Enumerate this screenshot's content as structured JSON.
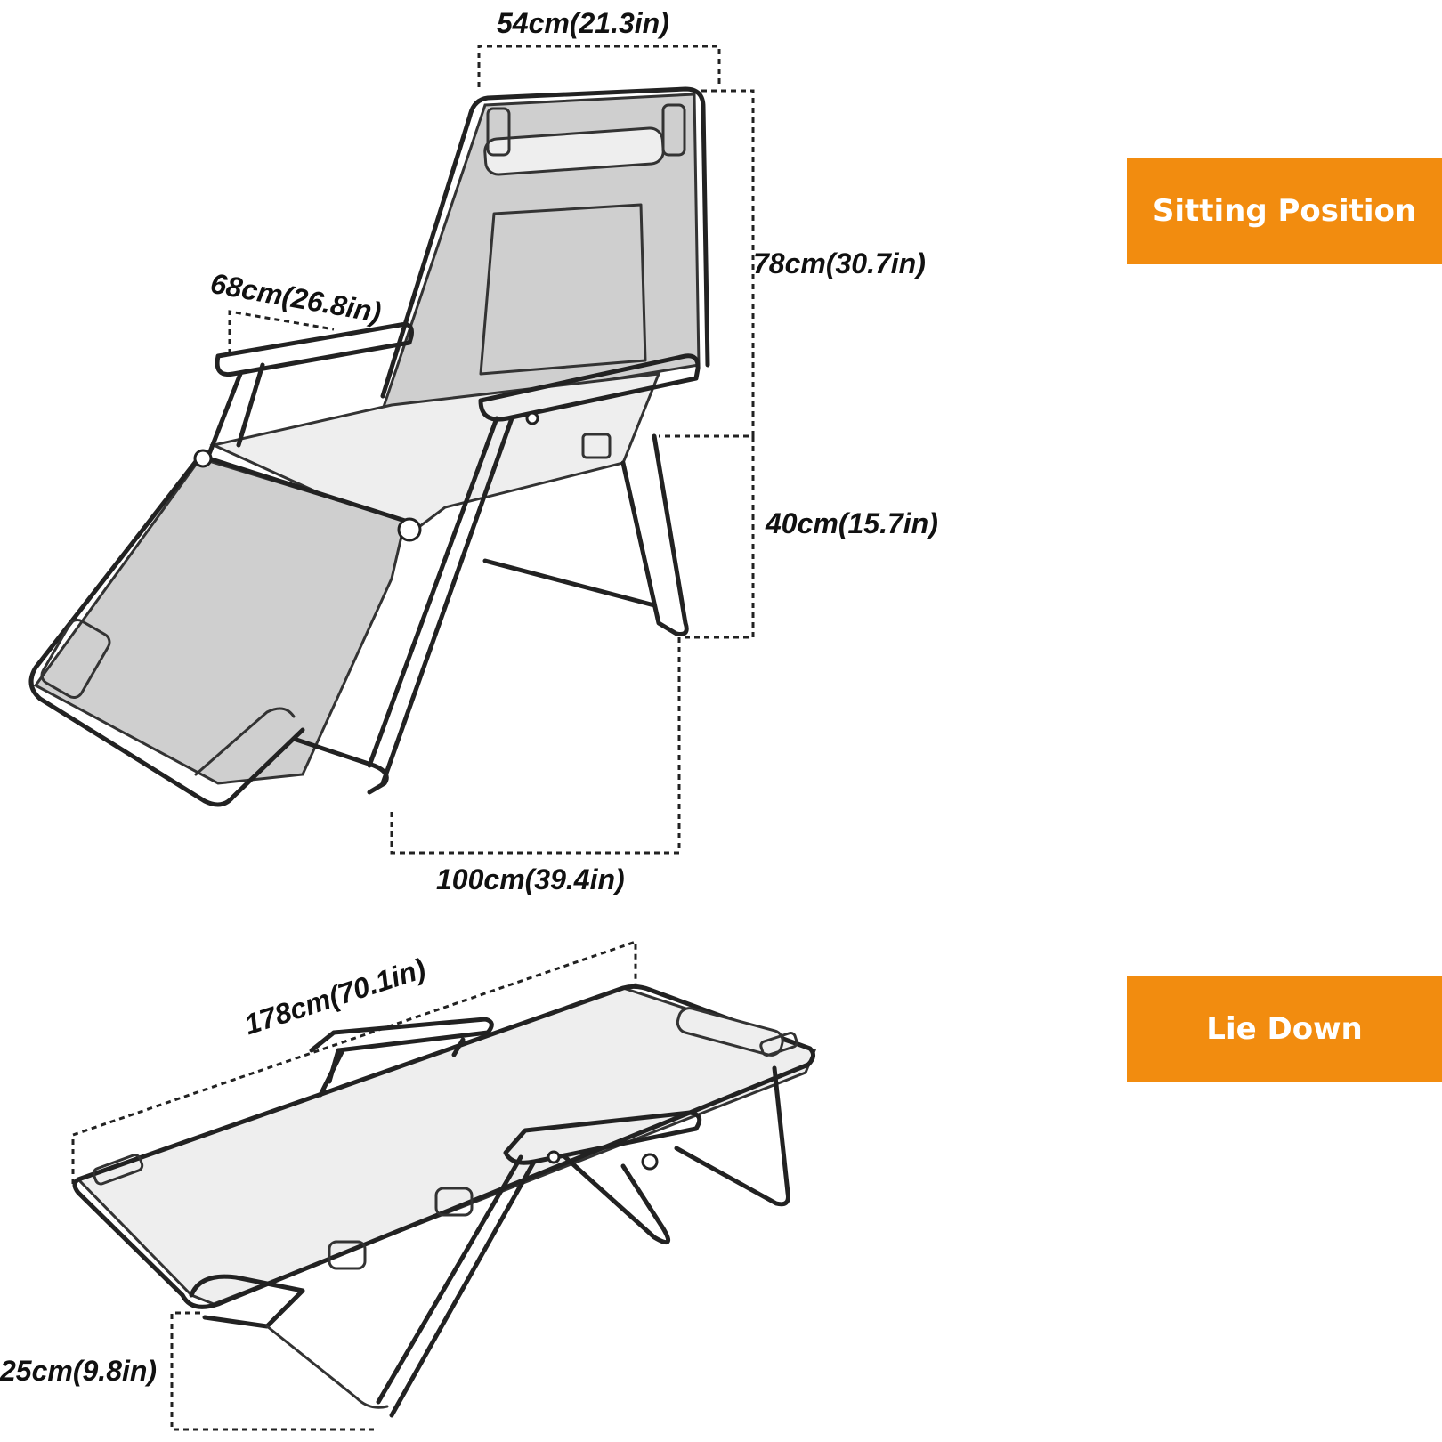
{
  "badges": {
    "sitting": "Sitting Position",
    "lie_down": "Lie Down"
  },
  "dimensions": {
    "width": "54cm(21.3in)",
    "back_height": "78cm(30.7in)",
    "armrest_length": "68cm(26.8in)",
    "seat_height": "40cm(15.7in)",
    "depth": "100cm(39.4in)",
    "length_flat": "178cm(70.1in)",
    "height_flat": "25cm(9.8in)"
  },
  "colors": {
    "badge_bg": "#f28c0f",
    "badge_text": "#ffffff",
    "line": "#222222",
    "fabric": "#cfcfcf"
  }
}
